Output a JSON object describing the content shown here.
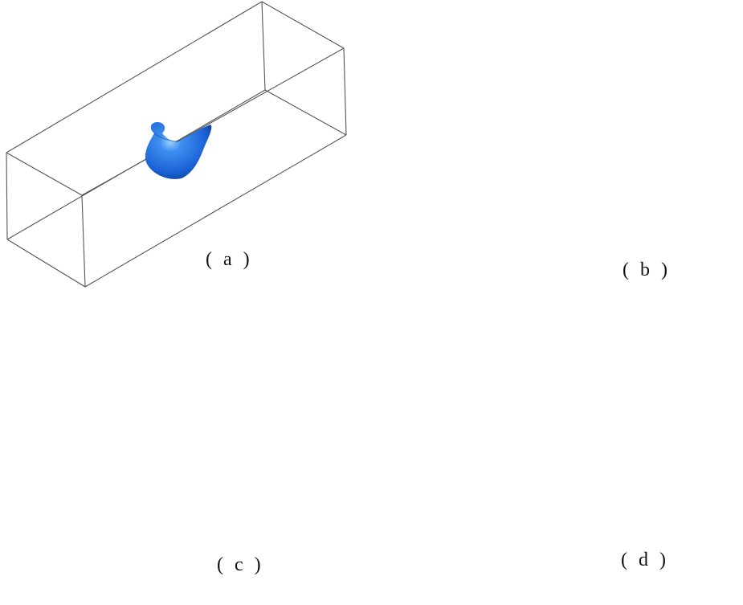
{
  "panels": [
    {
      "label": "( a )"
    },
    {
      "label": "( b )"
    },
    {
      "label": "( c )"
    },
    {
      "label": "( d )"
    }
  ],
  "colors": {
    "box_edge": "#555555",
    "object_blue": "#1f6fe0",
    "object_highlight": "#8fc4ff",
    "object_shadow": "#0b3f9a",
    "background": "#ffffff"
  }
}
